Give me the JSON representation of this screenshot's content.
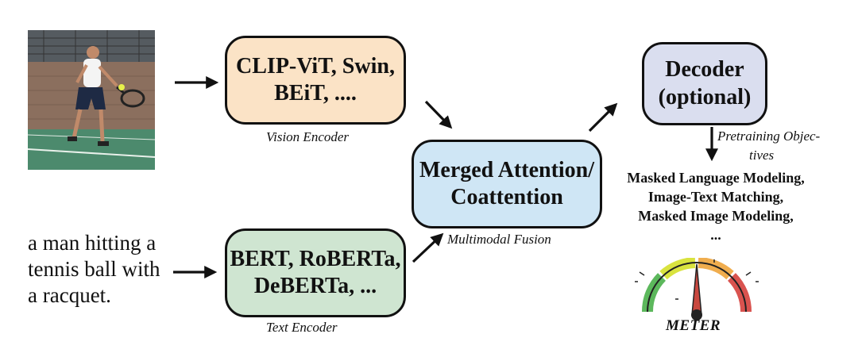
{
  "input": {
    "caption_lines": [
      "a man hitting a",
      "tennis ball with",
      "a racquet."
    ]
  },
  "vision_encoder": {
    "lines": [
      "CLIP-ViT, Swin,",
      "BEiT, ...."
    ],
    "caption": "Vision Encoder",
    "color": "#fbe3c6"
  },
  "text_encoder": {
    "lines": [
      "BERT, RoBERTa,",
      "DeBERTa, ..."
    ],
    "caption": "Text Encoder",
    "color": "#cfe5d1"
  },
  "fusion": {
    "lines": [
      "Merged Attention/",
      "Coattention"
    ],
    "caption": "Multimodal Fusion",
    "color": "#cfe6f5"
  },
  "decoder": {
    "lines": [
      "Decoder",
      "(optional)"
    ],
    "color": "#dadeef"
  },
  "pretraining": {
    "caption_lines": [
      "Pretraining Objec-",
      "tives"
    ],
    "objectives": [
      "Masked Language Modeling,",
      "Image-Text Matching,",
      "Masked Image Modeling,",
      "..."
    ]
  },
  "logo": {
    "name": "METER",
    "colors": [
      "#5cb85c",
      "#d9e33f",
      "#f0ad4e",
      "#d9534f"
    ]
  }
}
